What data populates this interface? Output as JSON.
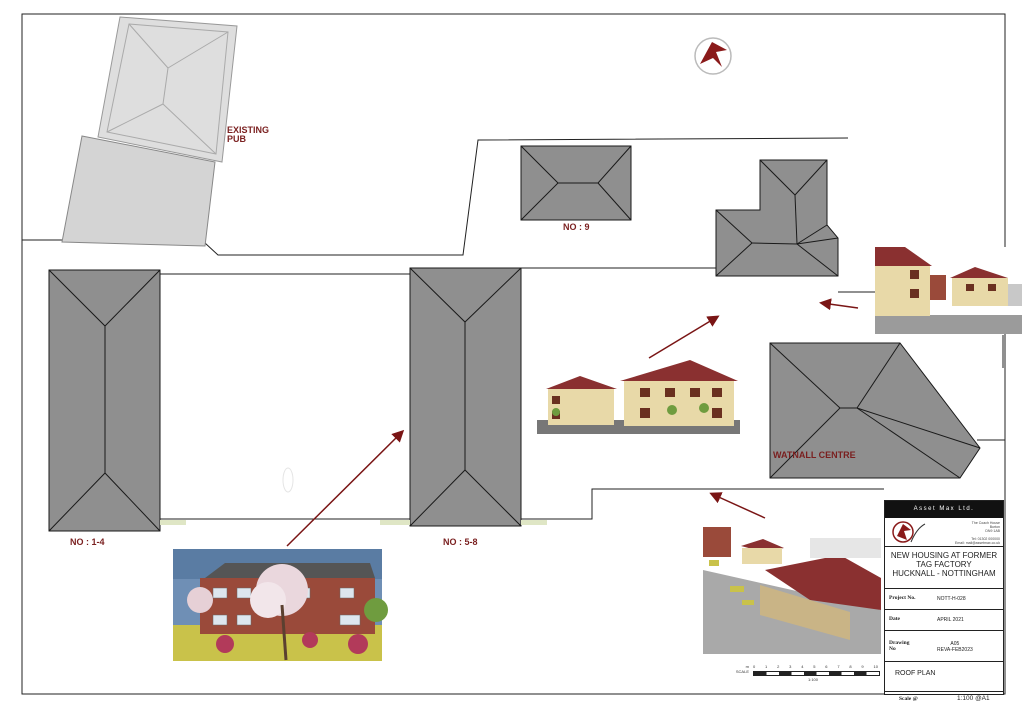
{
  "labels": {
    "existing_pub": "EXISTING\nPUB",
    "no_9": "NO : 9",
    "no_1_4": "NO : 1-4",
    "no_5_8": "NO : 5-8",
    "watnall_centre": "WATNALL CENTRE"
  },
  "title_block": {
    "company": "Asset Max Ltd.",
    "company_address": "The Coach House\nBurton\nDN9 1AB\n\nTel: 01302 000000\nEmail: mail@assetmax.co.uk",
    "project_title": "NEW HOUSING AT FORMER\nTAG FACTORY\nHUCKNALL - NOTTINGHAM",
    "project_no_label": "Project No.",
    "project_no": "NOTT-H-028",
    "date_label": "Date",
    "date": "APRIL 2021",
    "drawing_no_label": "Drawing\nNo",
    "drawing_no": "A05\nREVA-FEB2023",
    "drawing_title": "ROOF PLAN",
    "scale_label": "Scale @",
    "scale": "1:100 @A1"
  },
  "scale_bar": {
    "label": "m\nSCALE",
    "ticks": [
      "0",
      "1",
      "2",
      "3",
      "4",
      "5",
      "6",
      "7",
      "8",
      "9",
      "10"
    ],
    "caption": "1:100"
  },
  "colors": {
    "roof": "#8f8f8f",
    "outline": "#1a1a1a",
    "pub_roof": "#d4d4d4",
    "arrow": "#7a1515",
    "label": "#7a1f1f",
    "brick": "#9a4a3a",
    "render_wall": "#e8d9a8",
    "grass": "#c9c24a"
  }
}
